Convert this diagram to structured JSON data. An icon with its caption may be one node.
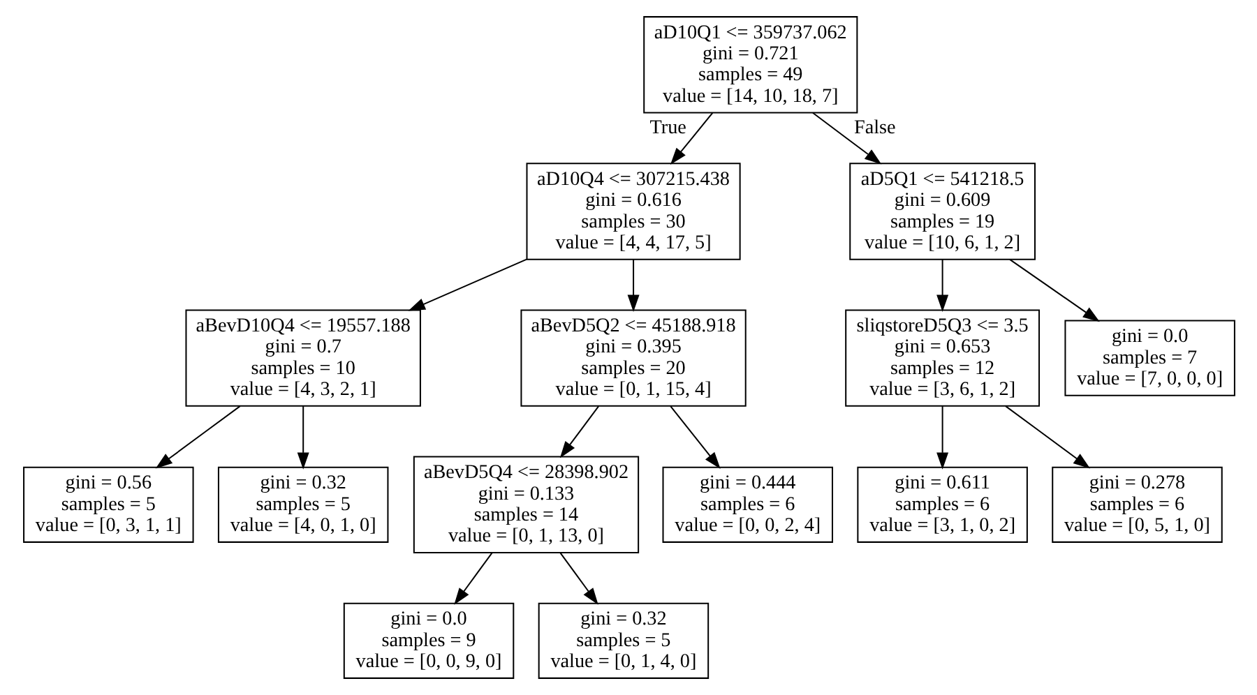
{
  "diagram": {
    "nodes": [
      {
        "text": [
          "aD10Q1 <= 359737.062",
          "gini = 0.721",
          "samples = 49",
          "value = [14, 10, 18, 7]"
        ]
      },
      {
        "text": [
          "aD10Q4 <= 307215.438",
          "gini = 0.616",
          "samples = 30",
          "value = [4, 4, 17, 5]"
        ]
      },
      {
        "text": [
          "aD5Q1 <= 541218.5",
          "gini = 0.609",
          "samples = 19",
          "value = [10, 6, 1, 2]"
        ]
      },
      {
        "text": [
          "aBevD10Q4 <= 19557.188",
          "gini = 0.7",
          "samples = 10",
          "value = [4, 3, 2, 1]"
        ]
      },
      {
        "text": [
          "aBevD5Q2 <= 45188.918",
          "gini = 0.395",
          "samples = 20",
          "value = [0, 1, 15, 4]"
        ]
      },
      {
        "text": [
          "sliqstoreD5Q3 <= 3.5",
          "gini = 0.653",
          "samples = 12",
          "value = [3, 6, 1, 2]"
        ]
      },
      {
        "text": [
          "gini = 0.0",
          "samples = 7",
          "value = [7, 0, 0, 0]"
        ]
      },
      {
        "text": [
          "gini = 0.56",
          "samples = 5",
          "value = [0, 3, 1, 1]"
        ]
      },
      {
        "text": [
          "gini = 0.32",
          "samples = 5",
          "value = [4, 0, 1, 0]"
        ]
      },
      {
        "text": [
          "aBevD5Q4 <= 28398.902",
          "gini = 0.133",
          "samples = 14",
          "value = [0, 1, 13, 0]"
        ]
      },
      {
        "text": [
          "gini = 0.444",
          "samples = 6",
          "value = [0, 0, 2, 4]"
        ]
      },
      {
        "text": [
          "gini = 0.611",
          "samples = 6",
          "value = [3, 1, 0, 2]"
        ]
      },
      {
        "text": [
          "gini = 0.278",
          "samples = 6",
          "value = [0, 5, 1, 0]"
        ]
      },
      {
        "text": [
          "gini = 0.0",
          "samples = 9",
          "value = [0, 0, 9, 0]"
        ]
      },
      {
        "text": [
          "gini = 0.32",
          "samples = 5",
          "value = [0, 1, 4, 0]"
        ]
      }
    ],
    "edges": [
      {
        "from": 0,
        "to": 1,
        "arrow": "to",
        "label": "True"
      },
      {
        "from": 1,
        "to": 3,
        "arrow": "to"
      },
      {
        "from": 3,
        "to": 7,
        "arrow": "to"
      },
      {
        "from": 3,
        "to": 8,
        "arrow": "to"
      },
      {
        "from": 1,
        "to": 4,
        "arrow": "to"
      },
      {
        "from": 4,
        "to": 9,
        "arrow": "to"
      },
      {
        "from": 9,
        "to": 13,
        "arrow": "to"
      },
      {
        "from": 9,
        "to": 14,
        "arrow": "to"
      },
      {
        "from": 4,
        "to": 10,
        "arrow": "to"
      },
      {
        "from": 0,
        "to": 2,
        "arrow": "to",
        "label": "False"
      },
      {
        "from": 2,
        "to": 5,
        "arrow": "to"
      },
      {
        "from": 5,
        "to": 11,
        "arrow": "to"
      },
      {
        "from": 5,
        "to": 12,
        "arrow": "to"
      },
      {
        "from": 2,
        "to": 6,
        "arrow": "to"
      }
    ]
  }
}
